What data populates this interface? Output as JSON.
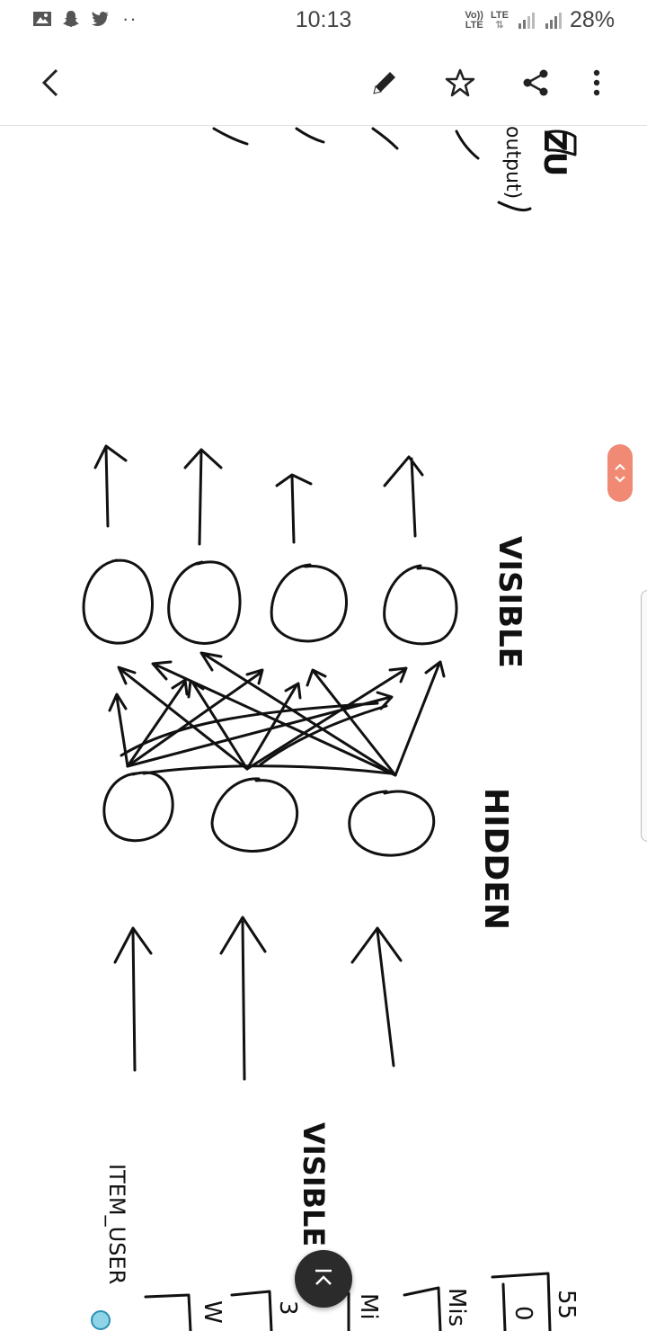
{
  "status_bar": {
    "time": "10:13",
    "battery": "28%",
    "network_top": "Vo))",
    "network_bottom": "LTE",
    "lte_label": "LTE"
  },
  "app_bar": {
    "icons": [
      "back-arrow-icon",
      "pencil-icon",
      "star-icon",
      "share-icon",
      "more-vert-icon"
    ]
  },
  "note": {
    "top_fragment_label": "output)",
    "top_fragment_word": "ZU",
    "label_visible_top": "VISIBLE",
    "label_hidden": "HIDDEN",
    "label_visible_bottom": "VISIBLE",
    "label_item_user": "ITEM_USER",
    "bottom_cells": [
      "W",
      "3",
      "Mi",
      "Mis",
      "0",
      "55"
    ]
  },
  "colors": {
    "ink": "#111111",
    "accent_pill": "#f08a74",
    "fab": "#2b2b2b"
  }
}
